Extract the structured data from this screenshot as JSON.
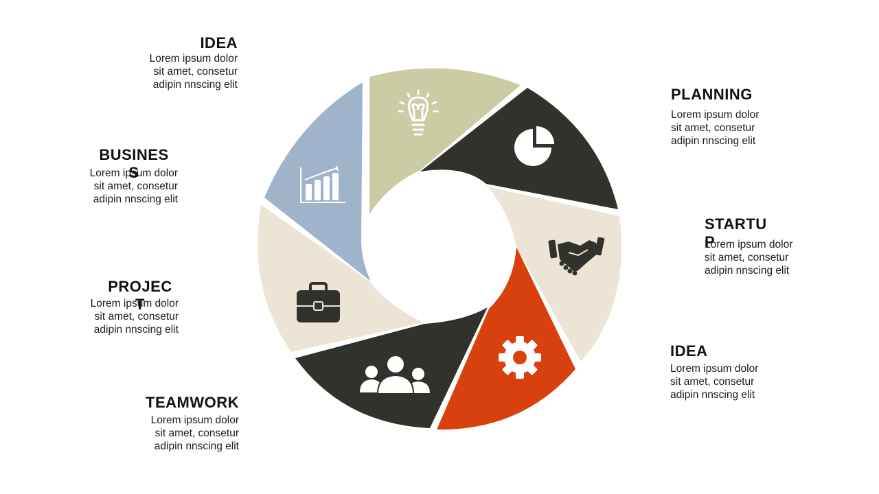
{
  "colors": {
    "sage": "#CBCCA3",
    "charcoal": "#32322C",
    "cream": "#ECE5D6",
    "orange": "#D8400E",
    "blue": "#9FB3CB",
    "white": "#FFFFFF"
  },
  "segments": [
    {
      "id": "idea-top",
      "color": "sage",
      "icon": "lightbulb-icon"
    },
    {
      "id": "planning",
      "color": "charcoal",
      "icon": "pie-chart-icon"
    },
    {
      "id": "startup",
      "color": "cream",
      "icon": "handshake-icon"
    },
    {
      "id": "idea-bottom",
      "color": "orange",
      "icon": "gear-icon"
    },
    {
      "id": "teamwork",
      "color": "charcoal",
      "icon": "people-icon"
    },
    {
      "id": "project",
      "color": "cream",
      "icon": "briefcase-icon"
    },
    {
      "id": "business",
      "color": "blue",
      "icon": "bar-chart-icon"
    }
  ],
  "labels": {
    "idea_top": {
      "title": "IDEA",
      "body": [
        "Lorem ipsum dolor",
        "sit amet, consetur",
        "adipin nnscing elit"
      ]
    },
    "planning": {
      "title": "PLANNING",
      "body": [
        "Lorem ipsum dolor",
        "sit amet, consetur",
        "adipin nnscing elit"
      ]
    },
    "business": {
      "title": "BUSINES S",
      "body": [
        "Lorem ipsum dolor",
        "sit amet, consetur",
        "adipin nnscing elit"
      ]
    },
    "startup": {
      "title": "STARTU P",
      "body": [
        "Lorem ipsum dolor",
        "sit amet, consetur",
        "adipin nnscing elit"
      ]
    },
    "project": {
      "title": "PROJEC T",
      "body": [
        "Lorem ipsum dolor",
        "sit amet, consetur",
        "adipin nnscing elit"
      ]
    },
    "idea_bottom": {
      "title": "IDEA",
      "body": [
        "Lorem ipsum dolor",
        "sit amet, consetur",
        "adipin nnscing elit"
      ]
    },
    "teamwork": {
      "title": "TEAMWORK",
      "body": [
        "Lorem ipsum dolor",
        "sit amet, consetur",
        "adipin nnscing elit"
      ]
    }
  }
}
